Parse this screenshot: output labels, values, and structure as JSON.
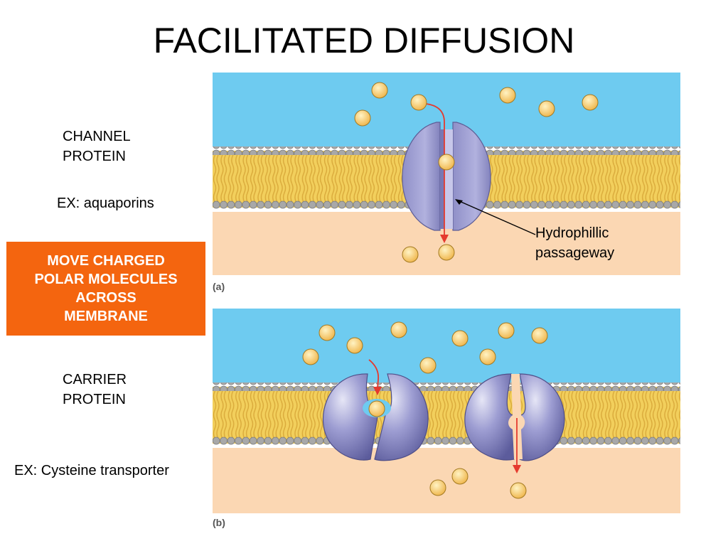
{
  "title": "FACILITATED DIFFUSION",
  "channel": {
    "heading_line1": "CHANNEL",
    "heading_line2": "PROTEIN",
    "example": "EX: aquaporins"
  },
  "callout": {
    "line1": "MOVE CHARGED",
    "line2": "POLAR MOLECULES",
    "line3": "ACROSS",
    "line4": "MEMBRANE",
    "color": "#f4650f"
  },
  "carrier": {
    "heading_line1": "CARRIER",
    "heading_line2": "PROTEIN",
    "example": "EX: Cysteine transporter"
  },
  "figure": {
    "panel_a_label": "(a)",
    "panel_b_label": "(b)",
    "passage_label_line1": "Hydrophillic",
    "passage_label_line2": "passageway",
    "colors": {
      "extracellular": "#6ecbf0",
      "cytoplasm": "#fbd7b3",
      "lipid_head": "#a6a6a6",
      "lipid_tail": "#f2cf5c",
      "protein": "#9c9cd1",
      "solute": "#f5c86a",
      "arrow": "#e53a2e"
    }
  }
}
